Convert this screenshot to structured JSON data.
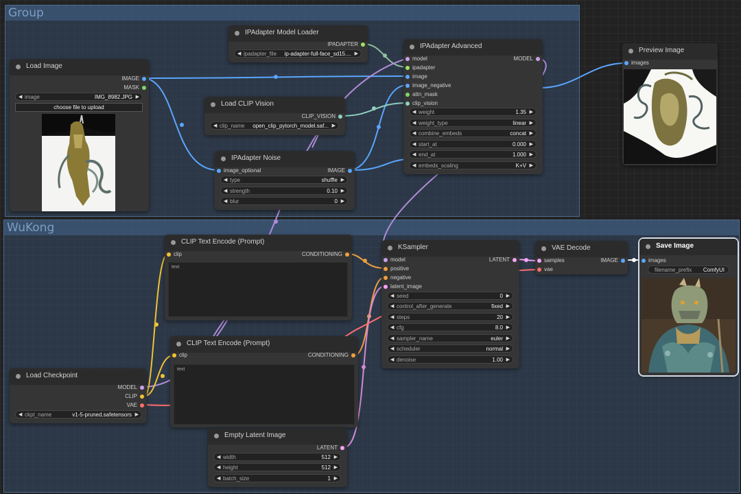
{
  "colors": {
    "image": "#5ba6ff",
    "mask": "#7fd46a",
    "model": "#c9a3ea",
    "clip": "#f1c232",
    "conditioning": "#f0a040",
    "latent": "#f5a3f5",
    "vae": "#ff6e6e",
    "ipadapter": "#9ee36a",
    "clip_vision": "#8fd0c0"
  },
  "groups": {
    "group": {
      "title": "Group"
    },
    "wukong": {
      "title": "WuKong"
    }
  },
  "nodes": {
    "load_image": {
      "title": "Load Image",
      "outputs": [
        "IMAGE",
        "MASK"
      ],
      "widget": {
        "label": "image",
        "value": "IMG_8982.JPG"
      },
      "button": "choose file to upload",
      "preview": "preview-image"
    },
    "ipa_loader": {
      "title": "IPAdapter Model Loader",
      "output": "IPADAPTER",
      "widget": {
        "label": "ipadapter_file",
        "value": "ip-adapter-full-face_sd15...."
      }
    },
    "clip_vision": {
      "title": "Load CLIP Vision",
      "output": "CLIP_VISION",
      "widget": {
        "label": "clip_name",
        "value": "open_clip_pytorch_model.saf..."
      }
    },
    "ipa_noise": {
      "title": "IPAdapter Noise",
      "input": "image_optional",
      "output": "IMAGE",
      "widgets": [
        {
          "label": "type",
          "value": "shuffle"
        },
        {
          "label": "strength",
          "value": "0.10"
        },
        {
          "label": "blur",
          "value": "0"
        }
      ]
    },
    "ipa_advanced": {
      "title": "IPAdapter Advanced",
      "inputs": [
        "model",
        "ipadapter",
        "image",
        "image_negative",
        "attn_mask",
        "clip_vision"
      ],
      "output": "MODEL",
      "widgets": [
        {
          "label": "weight",
          "value": "1.35"
        },
        {
          "label": "weight_type",
          "value": "linear"
        },
        {
          "label": "combine_embeds",
          "value": "concat"
        },
        {
          "label": "start_at",
          "value": "0.000"
        },
        {
          "label": "end_at",
          "value": "1.000"
        },
        {
          "label": "embeds_scaling",
          "value": "K+V"
        }
      ]
    },
    "preview_image": {
      "title": "Preview Image",
      "input": "images"
    },
    "clip_text_1": {
      "title": "CLIP Text Encode (Prompt)",
      "input": "clip",
      "output": "CONDITIONING",
      "placeholder": "text"
    },
    "clip_text_2": {
      "title": "CLIP Text Encode (Prompt)",
      "input": "clip",
      "output": "CONDITIONING",
      "placeholder": "text"
    },
    "ksampler": {
      "title": "KSampler",
      "inputs": [
        "model",
        "positive",
        "negative",
        "latent_image"
      ],
      "output": "LATENT",
      "widgets": [
        {
          "label": "seed",
          "value": "0"
        },
        {
          "label": "control_after_generate",
          "value": "fixed"
        },
        {
          "label": "steps",
          "value": "20"
        },
        {
          "label": "cfg",
          "value": "8.0"
        },
        {
          "label": "sampler_name",
          "value": "euler"
        },
        {
          "label": "scheduler",
          "value": "normal"
        },
        {
          "label": "denoise",
          "value": "1.00"
        }
      ]
    },
    "vae_decode": {
      "title": "VAE Decode",
      "inputs": [
        "samples",
        "vae"
      ],
      "output": "IMAGE"
    },
    "save_image": {
      "title": "Save Image",
      "input": "images",
      "widget": {
        "label": "filename_prefix",
        "value": "ComfyUI"
      }
    },
    "load_checkpoint": {
      "title": "Load Checkpoint",
      "outputs": [
        "MODEL",
        "CLIP",
        "VAE"
      ],
      "widget": {
        "label": "ckpt_name",
        "value": "v1-5-pruned.safetensors"
      }
    },
    "empty_latent": {
      "title": "Empty Latent Image",
      "output": "LATENT",
      "widgets": [
        {
          "label": "width",
          "value": "512"
        },
        {
          "label": "height",
          "value": "512"
        },
        {
          "label": "batch_size",
          "value": "1"
        }
      ]
    }
  }
}
